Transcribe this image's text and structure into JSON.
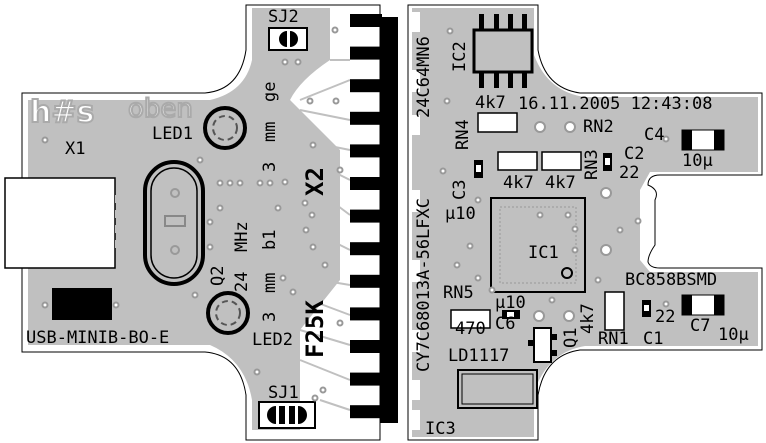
{
  "left_board": {
    "jumpers": [
      "SJ2",
      "SJ1"
    ],
    "leds": [
      "LED1",
      "LED2"
    ],
    "logo": "h#s",
    "side_label": "oben",
    "connector_usb": "X1",
    "usb_part": "USB-MINIB-BO-E",
    "crystal": "Q2",
    "crystal_freq": [
      "24",
      "MHz"
    ],
    "crystal_note": "b1",
    "led_size_top": [
      "3",
      "mm",
      "ge"
    ],
    "led_size_bottom": [
      "3",
      "mm"
    ],
    "edge_connector": "X2",
    "edge_connector_part": "F25K"
  },
  "right_board": {
    "mcu_part": "CY7C68013A-56LFXC",
    "eeprom_part": "24C64MN6",
    "timestamp": "16.11.2005 12:43:08",
    "components": {
      "ic1": "IC1",
      "ic2": "IC2",
      "ic3": "IC3",
      "ic3_part": "LD1117",
      "rn1": "RN1",
      "rn1_val": "4k7",
      "rn2": "RN2",
      "rn3": "RN3",
      "rn23_val_a": "4k7",
      "rn23_val_b": "4k7",
      "rn4": "RN4",
      "rn4_val": "4k7",
      "rn5": "RN5",
      "rn5_val": "470",
      "c1": "C1",
      "c1_val": "22",
      "c2": "C2",
      "c2_val": "22",
      "c3": "C3",
      "c3_val": "µ10",
      "c4": "C4",
      "c4_val": "10µ",
      "c6": "C6",
      "c6_val": "µ10",
      "c7": "C7",
      "c7_val": "10µ",
      "q1": "Q1",
      "q1_part": "BC858BSMD"
    }
  },
  "colors": {
    "copper": "#c0c0c0",
    "silk": "#000000",
    "board": "#ffffff"
  }
}
